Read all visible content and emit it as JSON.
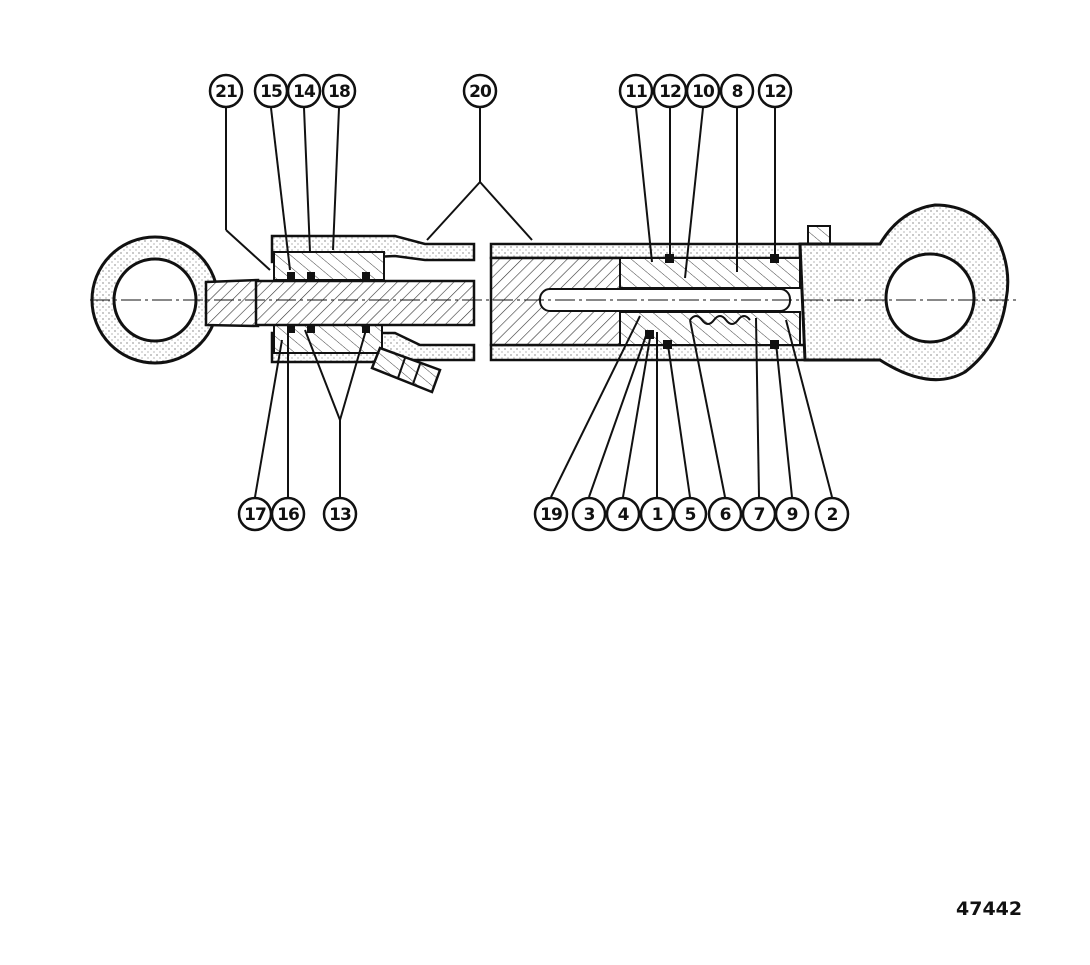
{
  "figure_number": "47442",
  "callouts_top": [
    {
      "id": "t21",
      "label": "21"
    },
    {
      "id": "t15",
      "label": "15"
    },
    {
      "id": "t14",
      "label": "14"
    },
    {
      "id": "t18",
      "label": "18"
    },
    {
      "id": "t20",
      "label": "20"
    },
    {
      "id": "t11",
      "label": "11"
    },
    {
      "id": "t12a",
      "label": "12"
    },
    {
      "id": "t10",
      "label": "10"
    },
    {
      "id": "t8",
      "label": "8"
    },
    {
      "id": "t12b",
      "label": "12"
    }
  ],
  "callouts_bottom": [
    {
      "id": "b17",
      "label": "17"
    },
    {
      "id": "b16",
      "label": "16"
    },
    {
      "id": "b13",
      "label": "13"
    },
    {
      "id": "b19",
      "label": "19"
    },
    {
      "id": "b3",
      "label": "3"
    },
    {
      "id": "b4",
      "label": "4"
    },
    {
      "id": "b1",
      "label": "1"
    },
    {
      "id": "b5",
      "label": "5"
    },
    {
      "id": "b6",
      "label": "6"
    },
    {
      "id": "b7",
      "label": "7"
    },
    {
      "id": "b9",
      "label": "9"
    },
    {
      "id": "b2",
      "label": "2"
    }
  ]
}
